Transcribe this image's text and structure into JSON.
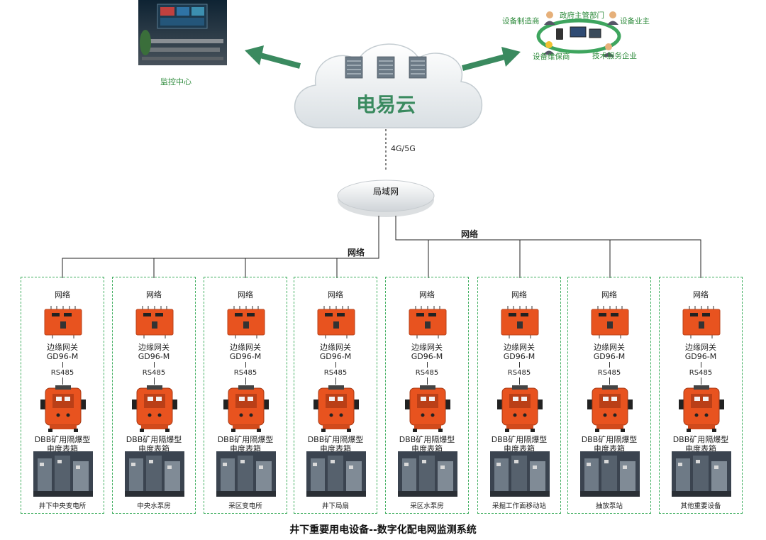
{
  "top": {
    "monitor_label": "监控中心",
    "cloud_label": "电易云",
    "link_label": "4G/5G",
    "lan_label": "局域网",
    "network_label_left": "网络",
    "network_label_right": "网络",
    "stakeholders": {
      "manufacturer": "设备制造商",
      "government": "政府主管部门",
      "owner": "设备业主",
      "maintainer": "设备维保商",
      "service": "技术服务企业"
    }
  },
  "column_common": {
    "network": "网络",
    "gateway_line1": "边缘网关",
    "gateway_line2": "GD96-M",
    "bus": "RS485",
    "meter_line1": "DBB矿用隔爆型",
    "meter_line2": "电度表箱"
  },
  "sites": [
    {
      "name": "井下中央变电所"
    },
    {
      "name": "中央水泵房"
    },
    {
      "name": "采区变电所"
    },
    {
      "name": "井下局扇"
    },
    {
      "name": "采区水泵房"
    },
    {
      "name": "采掘工作面移动站"
    },
    {
      "name": "抽放泵站"
    },
    {
      "name": "其他重要设备"
    }
  ],
  "caption": "井下重要用电设备--数字化配电网监测系统",
  "colors": {
    "green": "#3a8a5f",
    "dash": "#3fae5f",
    "orange": "#e8531f",
    "arrow": "#3a8a5f"
  }
}
